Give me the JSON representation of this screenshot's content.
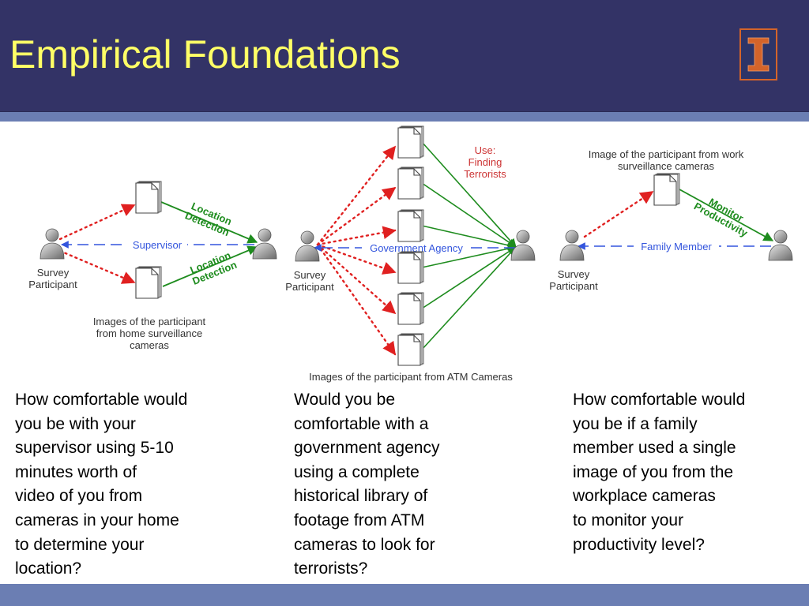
{
  "slide": {
    "title": "Empirical Foundations",
    "logo_glyph": "I",
    "colors": {
      "header_bg": "#333366",
      "title": "#ffff66",
      "stripe": "#6b7eb3",
      "logo_border": "#d4642a",
      "logo_glyph": "#d4642a",
      "red_dotted": "#e02020",
      "green_arrow": "#1e8c1e",
      "blue_dashed": "#3355dd",
      "label_text": "#333333",
      "green_text": "#1e8c1e",
      "use_text": "#cc3333"
    }
  },
  "scenarios": {
    "home": {
      "participant_label": "Survey\nParticipant",
      "relation_label": "Supervisor",
      "edge_label_top": "Location\nDetection",
      "edge_label_bottom": "Location\nDetection",
      "images_caption": "Images of the participant\nfrom home surveillance\ncameras",
      "question": "How comfortable would\nyou be with your\nsupervisor using 5-10\nminutes worth of\nvideo of you from\ncameras in your home\nto determine your\nlocation?"
    },
    "atm": {
      "participant_label": "Survey\nParticipant",
      "relation_label": "Government Agency",
      "use_label": "Use:\nFinding\nTerrorists",
      "images_caption": "Images of the participant from ATM Cameras",
      "question": "Would you be\ncomfortable with a\ngovernment agency\nusing a complete\nhistorical library of\nfootage from ATM\ncameras to look for\nterrorists?"
    },
    "work": {
      "participant_label": "Survey\nParticipant",
      "relation_label": "Family Member",
      "edge_label": "Monitor\nProductivity",
      "images_caption": "Image of the participant from work\nsurveillance cameras",
      "question": "How comfortable would\nyou be if a family\nmember used a single\nimage of you from the\nworkplace cameras\nto monitor your\nproductivity level?"
    }
  }
}
